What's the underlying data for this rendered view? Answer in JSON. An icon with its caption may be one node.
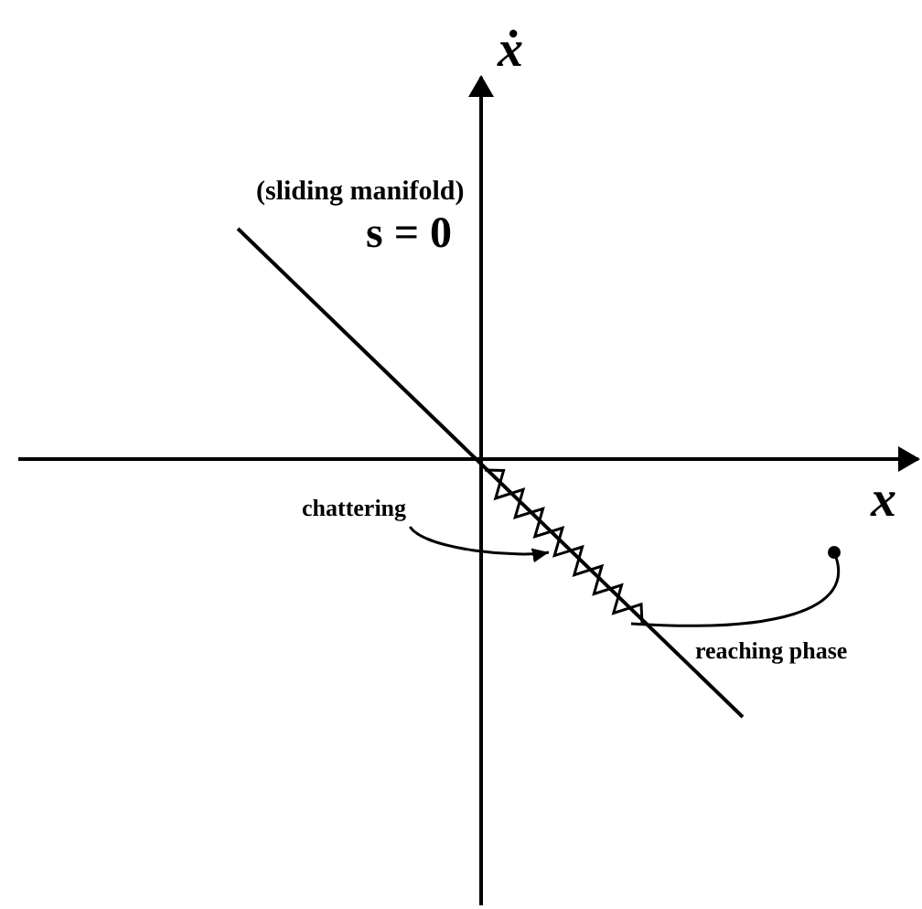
{
  "diagram": {
    "nodes": [
      {
        "text": [
          "chattering"
        ]
      },
      {
        "text": [],
        "shape": "picture"
      }
    ],
    "edges": [
      {
        "from": 0,
        "to": 1,
        "arrow": "to"
      }
    ],
    "labels": [
      "ẋ",
      "(sliding manifold)",
      "s = 0",
      "x",
      "reaching phase"
    ]
  }
}
